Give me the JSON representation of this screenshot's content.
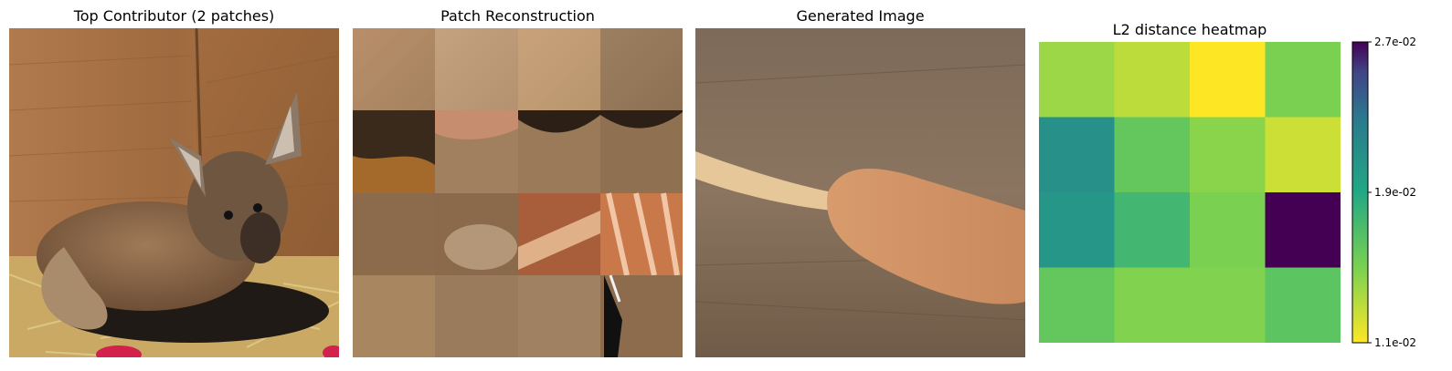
{
  "panels": {
    "top_contributor": {
      "title": "Top Contributor (2 patches)"
    },
    "patch_reconstruction": {
      "title": "Patch Reconstruction"
    },
    "generated_image": {
      "title": "Generated Image"
    },
    "heatmap": {
      "title": "L2 distance heatmap"
    }
  },
  "chart_data": {
    "type": "heatmap",
    "title": "L2 distance heatmap",
    "rows": 4,
    "cols": 4,
    "colormap": "viridis_r",
    "vmin": 0.011,
    "vmax": 0.027,
    "values": [
      [
        0.014,
        0.013,
        0.011,
        0.015
      ],
      [
        0.021,
        0.016,
        0.0145,
        0.0125
      ],
      [
        0.0205,
        0.0175,
        0.015,
        0.027
      ],
      [
        0.016,
        0.0148,
        0.0148,
        0.0163
      ]
    ],
    "colorbar": {
      "ticks": [
        0.011,
        0.019,
        0.027
      ],
      "tick_labels": [
        "1.1e-02",
        "1.9e-02",
        "2.7e-02"
      ]
    },
    "axes_visible": false
  }
}
